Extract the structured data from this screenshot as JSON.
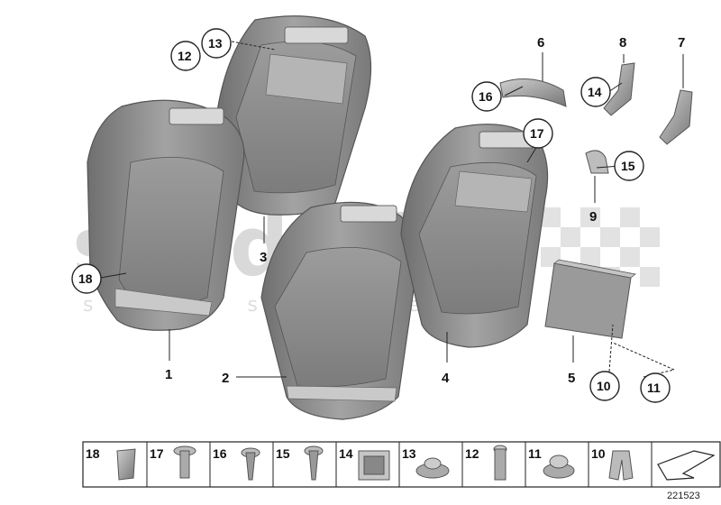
{
  "watermark": {
    "brand": "scuderia",
    "sub": "s y s t e m s"
  },
  "callouts": {
    "p1": "1",
    "p2": "2",
    "p3": "3",
    "p4": "4",
    "p5": "5",
    "p6": "6",
    "p7": "7",
    "p8": "8",
    "p9": "9",
    "p10": "10",
    "p11": "11",
    "p12": "12",
    "p13": "13",
    "p14": "14",
    "p15": "15",
    "p16": "16",
    "p17": "17",
    "p18": "18"
  },
  "strip": {
    "items": [
      "18",
      "17",
      "16",
      "15",
      "14",
      "13",
      "12",
      "11",
      "10"
    ]
  },
  "diagram_number": "221523",
  "colors": {
    "shell": "#8a8a8a",
    "shell_light": "#b9b9b9",
    "shell_dark": "#5e5e5e",
    "accent": "#c8c8c8"
  }
}
